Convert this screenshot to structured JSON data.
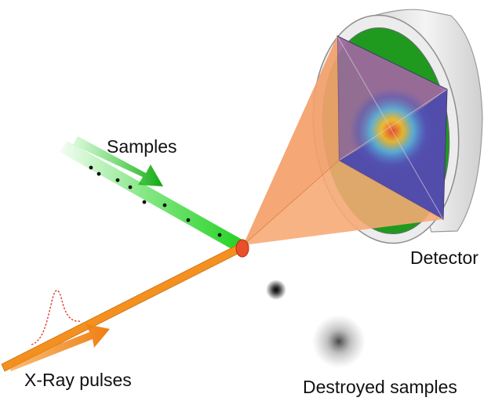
{
  "labels": {
    "samples": "Samples",
    "detector": "Detector",
    "xray": "X-Ray pulses",
    "destroyed": "Destroyed samples"
  },
  "icons": {
    "samples_arrow": "right-down-arrow-icon",
    "xray_arrow": "right-up-arrow-icon",
    "pulse_shape": "gaussian-pulse-icon"
  },
  "colors": {
    "sample_jet": "#22d422",
    "xray_beam": "#f39020",
    "scatter_cone": "#f7a870",
    "detector_panel_green": "#1f9a1f",
    "detector_pattern_blue": "#1b2fbf",
    "detector_pattern_purple": "#7b56ad",
    "detector_housing": "#e6e6e6",
    "interaction_point": "#e8502a",
    "pulse_curve": "#e03a2a",
    "destroyed_samples": "#111111"
  }
}
